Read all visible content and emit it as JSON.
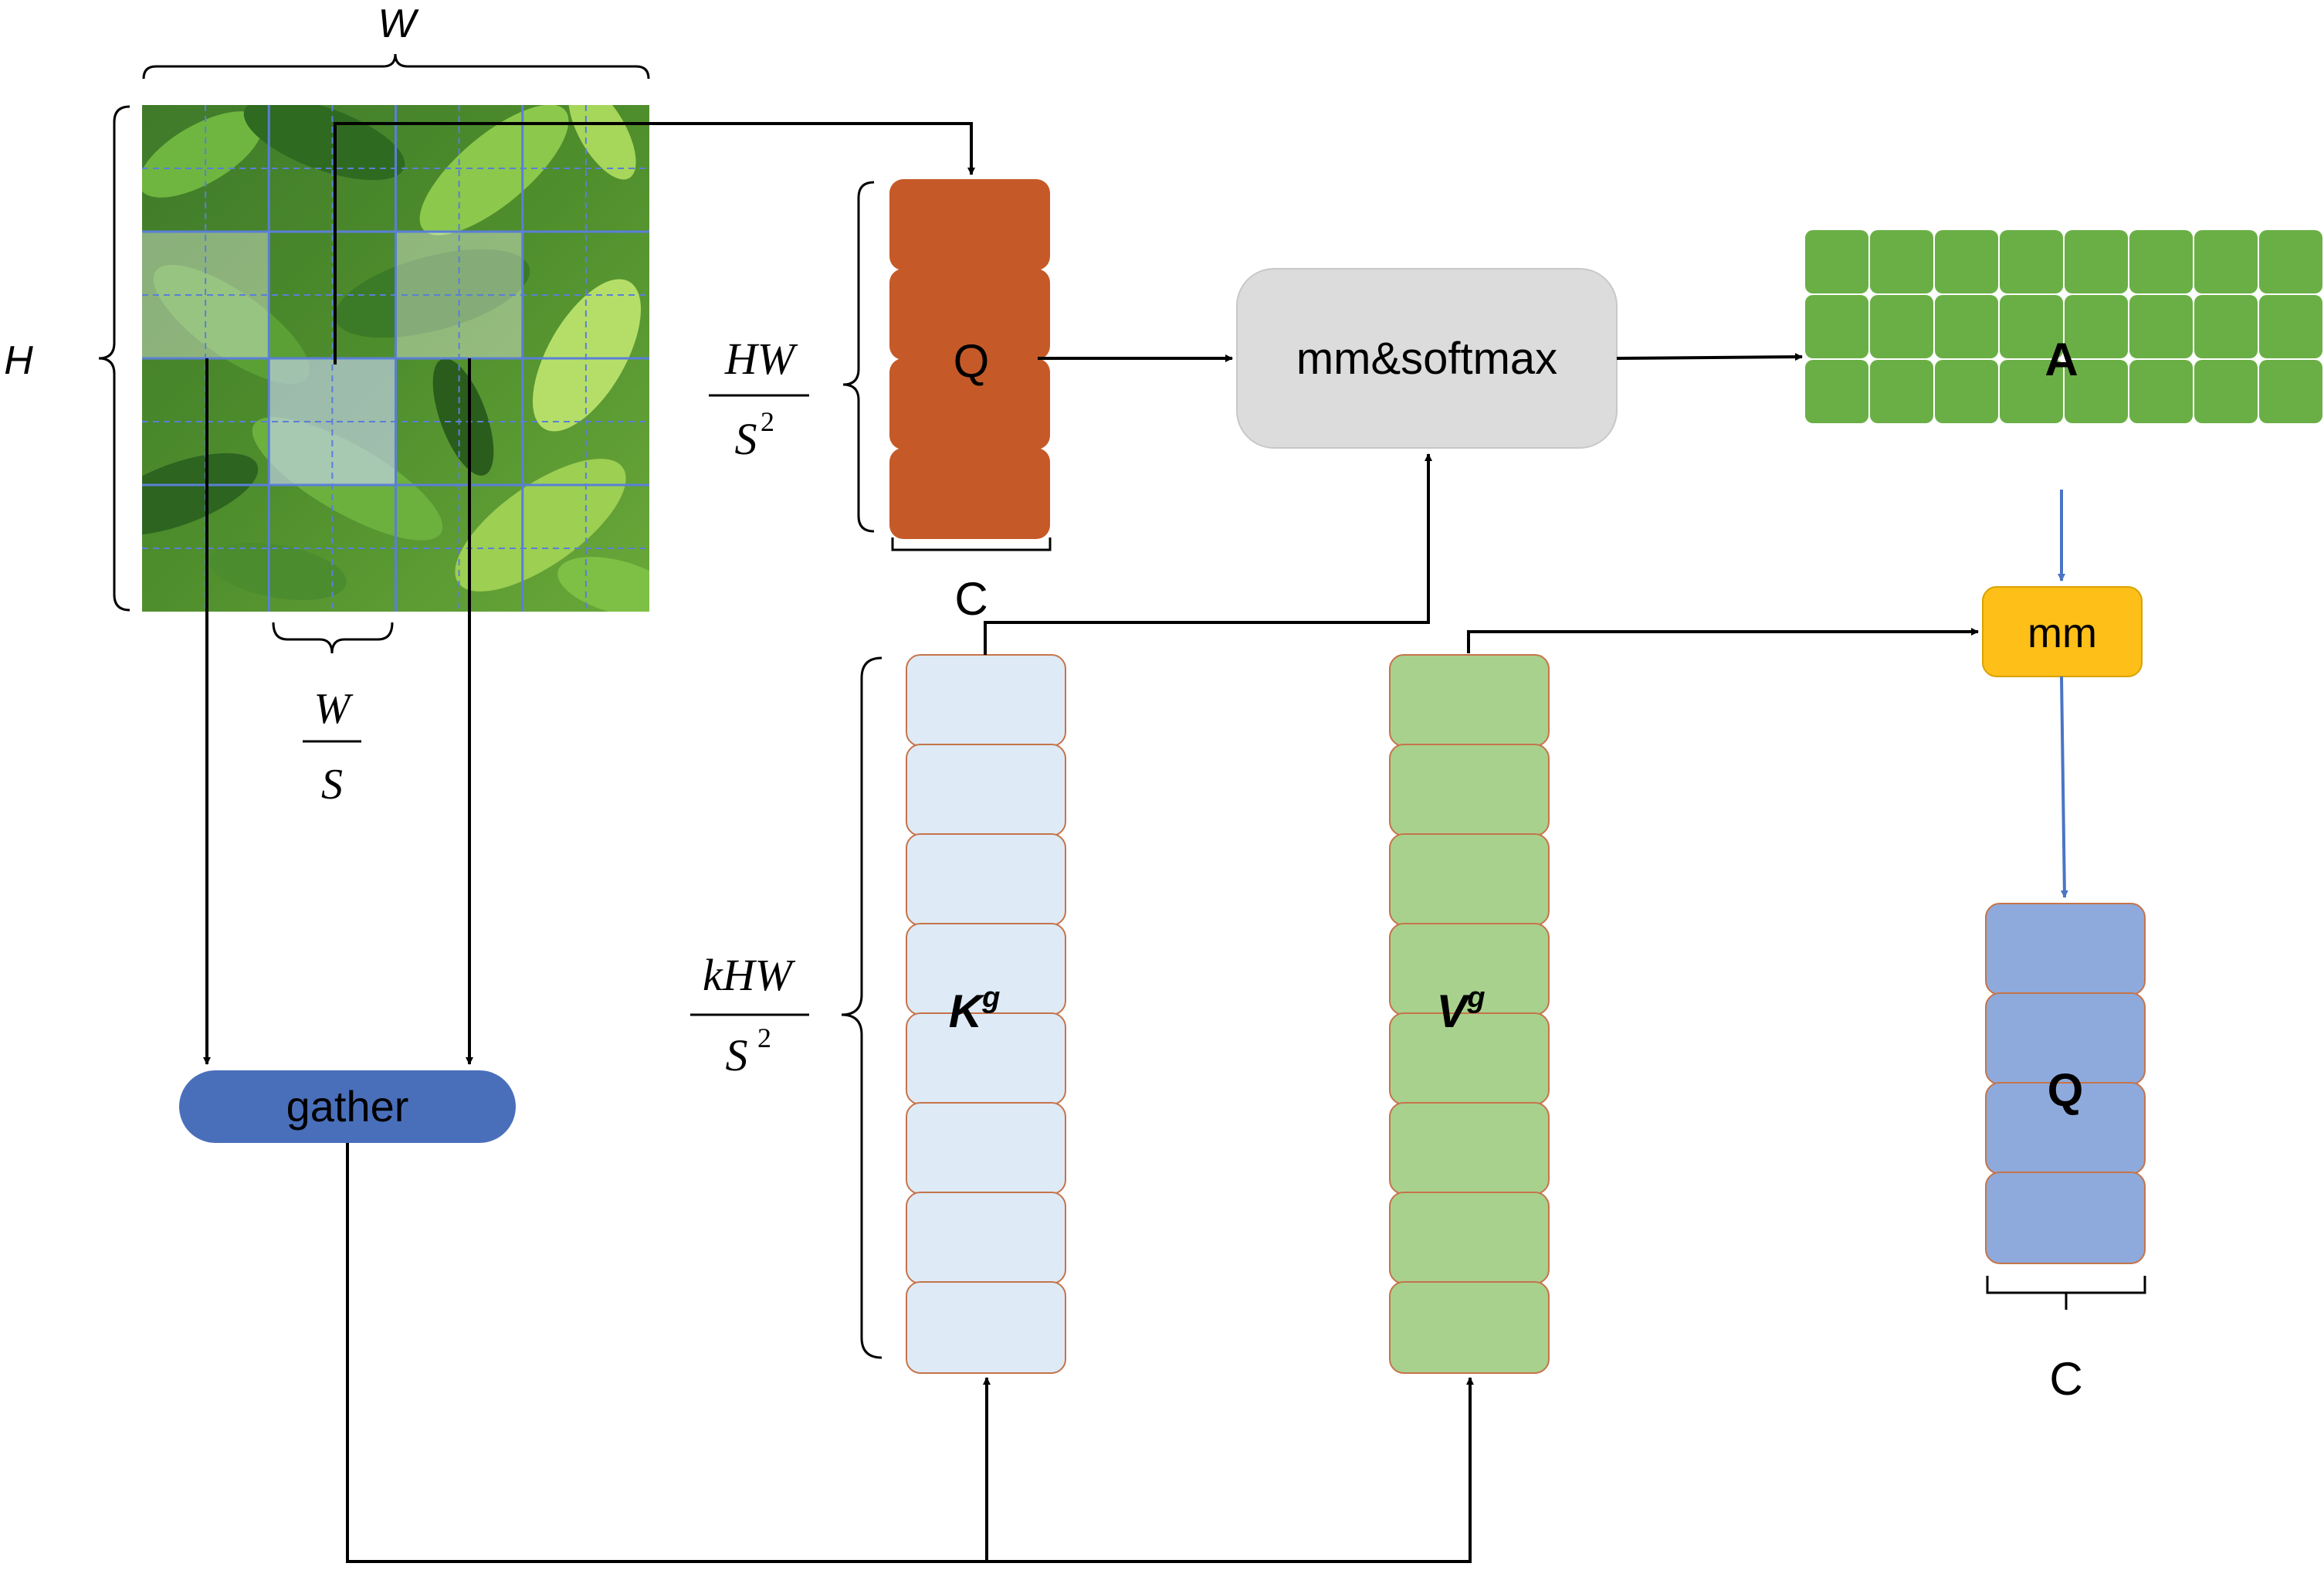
{
  "image_patch": {
    "dim_width_label": "W",
    "dim_height_label": "H",
    "region_size_label": {
      "numerator": "W",
      "denominator": "S"
    },
    "grid": {
      "cols": 8,
      "rows": 8
    }
  },
  "query_block": {
    "label": "Q",
    "height_label": {
      "numerator": "HW",
      "denominator": "S",
      "exponent": "2"
    },
    "width_label": "C",
    "cells": 4,
    "fill_color": "#c55a28"
  },
  "mm_softmax": {
    "label": "mm&softmax",
    "fill_color": "#dcdcdc"
  },
  "attention_matrix": {
    "label": "A",
    "cols": 8,
    "rows": 3,
    "fill_color": "#6aaf46"
  },
  "mm_node": {
    "label": "mm",
    "fill_color": "#fdbf18"
  },
  "output_block": {
    "label": "Q",
    "width_label": "C",
    "cells": 4,
    "fill_color": "#8eaadc"
  },
  "gather_node": {
    "label": "gather",
    "fill_color": "#4a6fba"
  },
  "key_block": {
    "label": "K",
    "label_superscript": "g",
    "height_label": {
      "numerator": "kHW",
      "denominator": "S",
      "exponent": "2"
    },
    "cells": 8,
    "fill_color": "#deeaf6"
  },
  "value_block": {
    "label": "V",
    "label_superscript": "g",
    "cells": 8,
    "fill_color": "#a9d18e"
  }
}
